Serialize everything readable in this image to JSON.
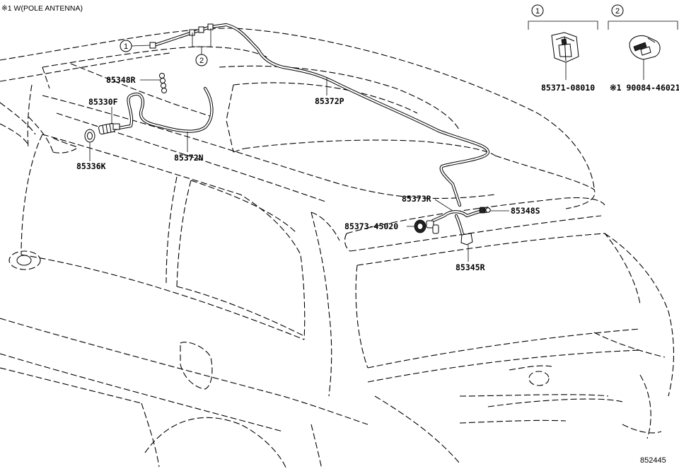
{
  "header": {
    "note": "※1 W(POLE ANTENNA)"
  },
  "diagram_id": "852445",
  "callouts": {
    "c1": "1",
    "c2": "2"
  },
  "legend": {
    "item1": {
      "marker": "1",
      "part_no": "85371-08010"
    },
    "item2": {
      "marker": "2",
      "part_no": "※1 90084-46021"
    }
  },
  "labels": {
    "p85348R": "85348R",
    "p85330F": "85330F",
    "p85336K": "85336K",
    "p85372N": "85372N",
    "p85372P": "85372P",
    "p85373R": "85373R",
    "p85373_45020": "85373-45020",
    "p85348S": "85348S",
    "p85345R": "85345R"
  }
}
